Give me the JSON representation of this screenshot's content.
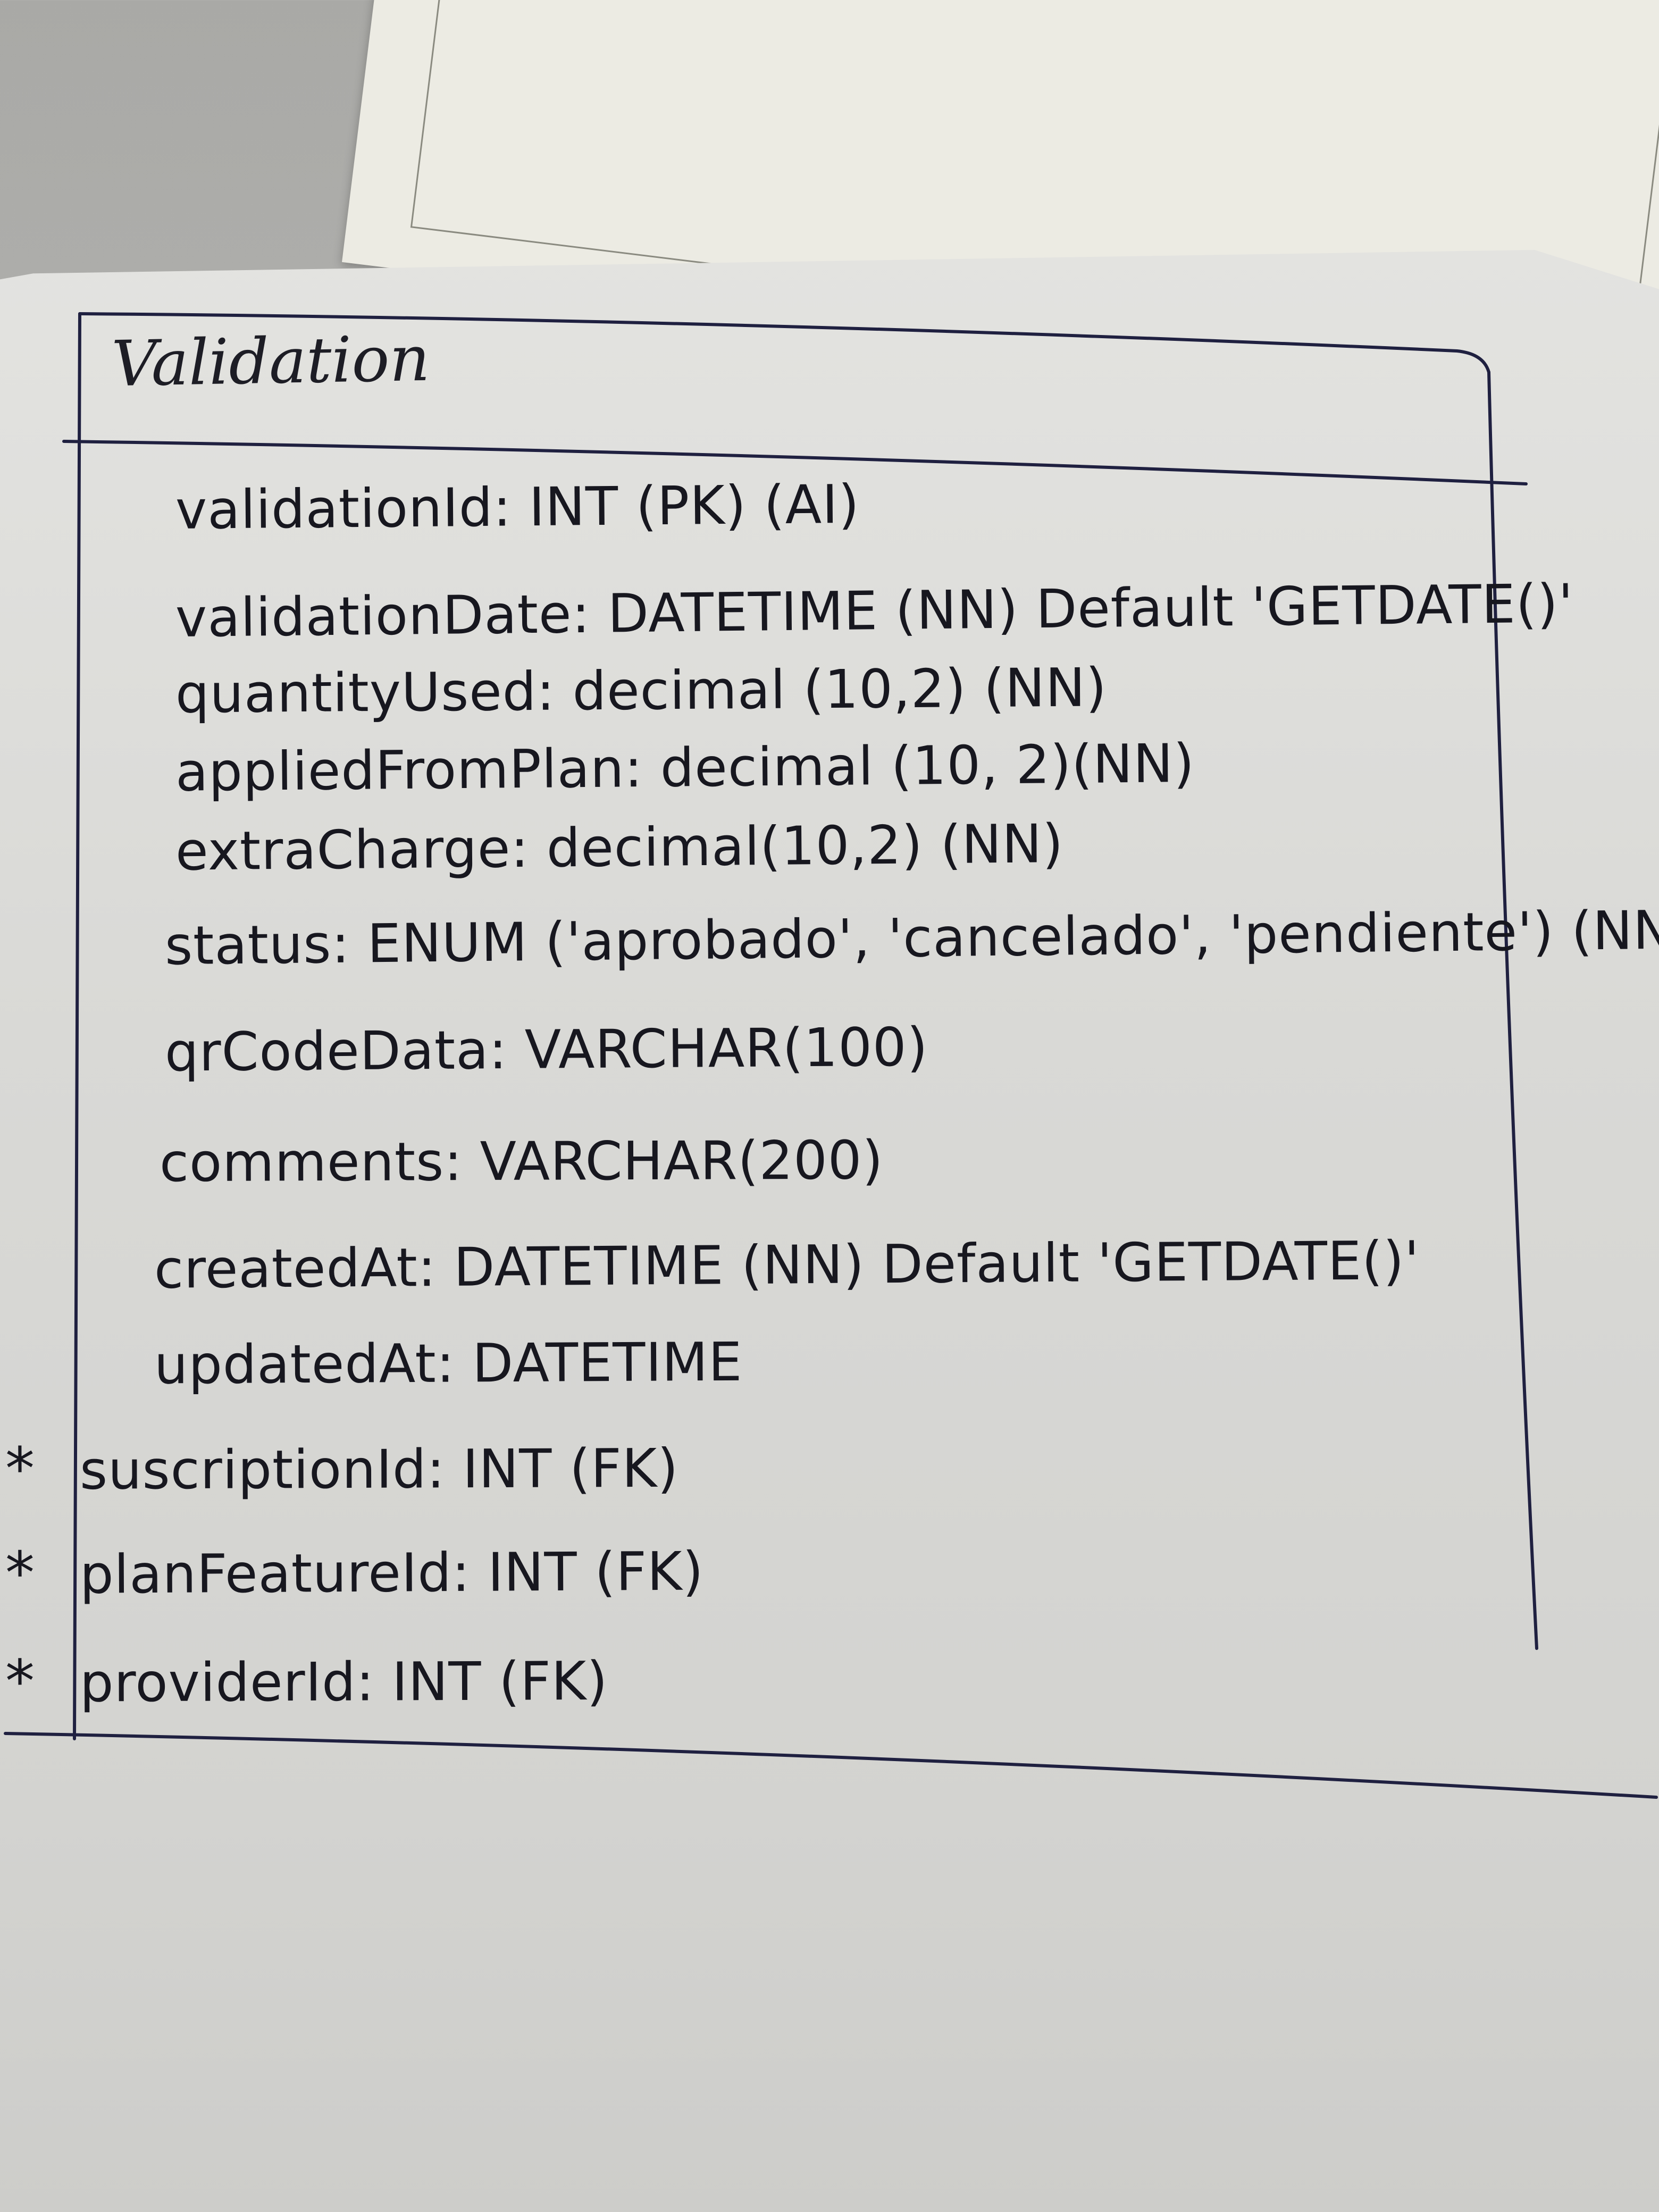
{
  "entity": {
    "name": "Validation",
    "attributes": [
      {
        "marker": "",
        "text": "validationId: INT (PK) (AI)"
      },
      {
        "marker": "",
        "text": "validationDate: DATETIME (NN) Default 'GETDATE()'"
      },
      {
        "marker": "",
        "text": "quantityUsed: decimal (10,2) (NN)"
      },
      {
        "marker": "",
        "text": "appliedFromPlan: decimal (10, 2)(NN)"
      },
      {
        "marker": "",
        "text": "extraCharge: decimal(10,2) (NN)"
      },
      {
        "marker": "",
        "text": "status: ENUM ('aprobado', 'cancelado', 'pendiente') (NN)"
      },
      {
        "marker": "",
        "text": "qrCodeData: VARCHAR(100)"
      },
      {
        "marker": "",
        "text": "comments: VARCHAR(200)"
      },
      {
        "marker": "",
        "text": "createdAt: DATETIME (NN) Default 'GETDATE()'"
      },
      {
        "marker": "",
        "text": "updatedAt: DATETIME"
      },
      {
        "marker": "*",
        "text": "suscriptionId: INT (FK)"
      },
      {
        "marker": "*",
        "text": "planFeatureId: INT (FK)"
      },
      {
        "marker": "*",
        "text": "providerId: INT (FK)"
      }
    ]
  },
  "colors": {
    "ink": "#1a1a2e",
    "paper": "#dcdcd9",
    "table_background": "#b4b4b1"
  }
}
